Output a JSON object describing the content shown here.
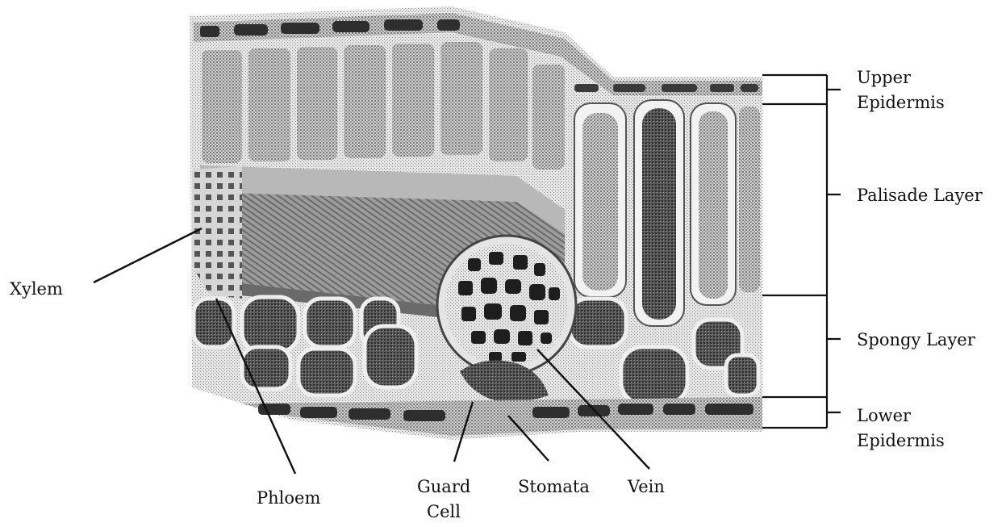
{
  "labels": {
    "upper_epidermis": [
      "Upper",
      "Epidermis"
    ],
    "palisade_layer": "Palisade Layer",
    "spongy_layer": "Spongy Layer",
    "lower_epidermis": [
      "Lower",
      "Epidermis"
    ],
    "xylem": "Xylem",
    "phloem": "Phloem",
    "guard_cell": [
      "Guard",
      "Cell"
    ],
    "stomata": "Stomata",
    "vein": "Vein"
  },
  "colors": {
    "ink": "#111111",
    "dark_cell": "#3a3a3a",
    "mid_tone": "#8a8a8a",
    "light_tone": "#d0d0d0",
    "background": "#ffffff"
  }
}
